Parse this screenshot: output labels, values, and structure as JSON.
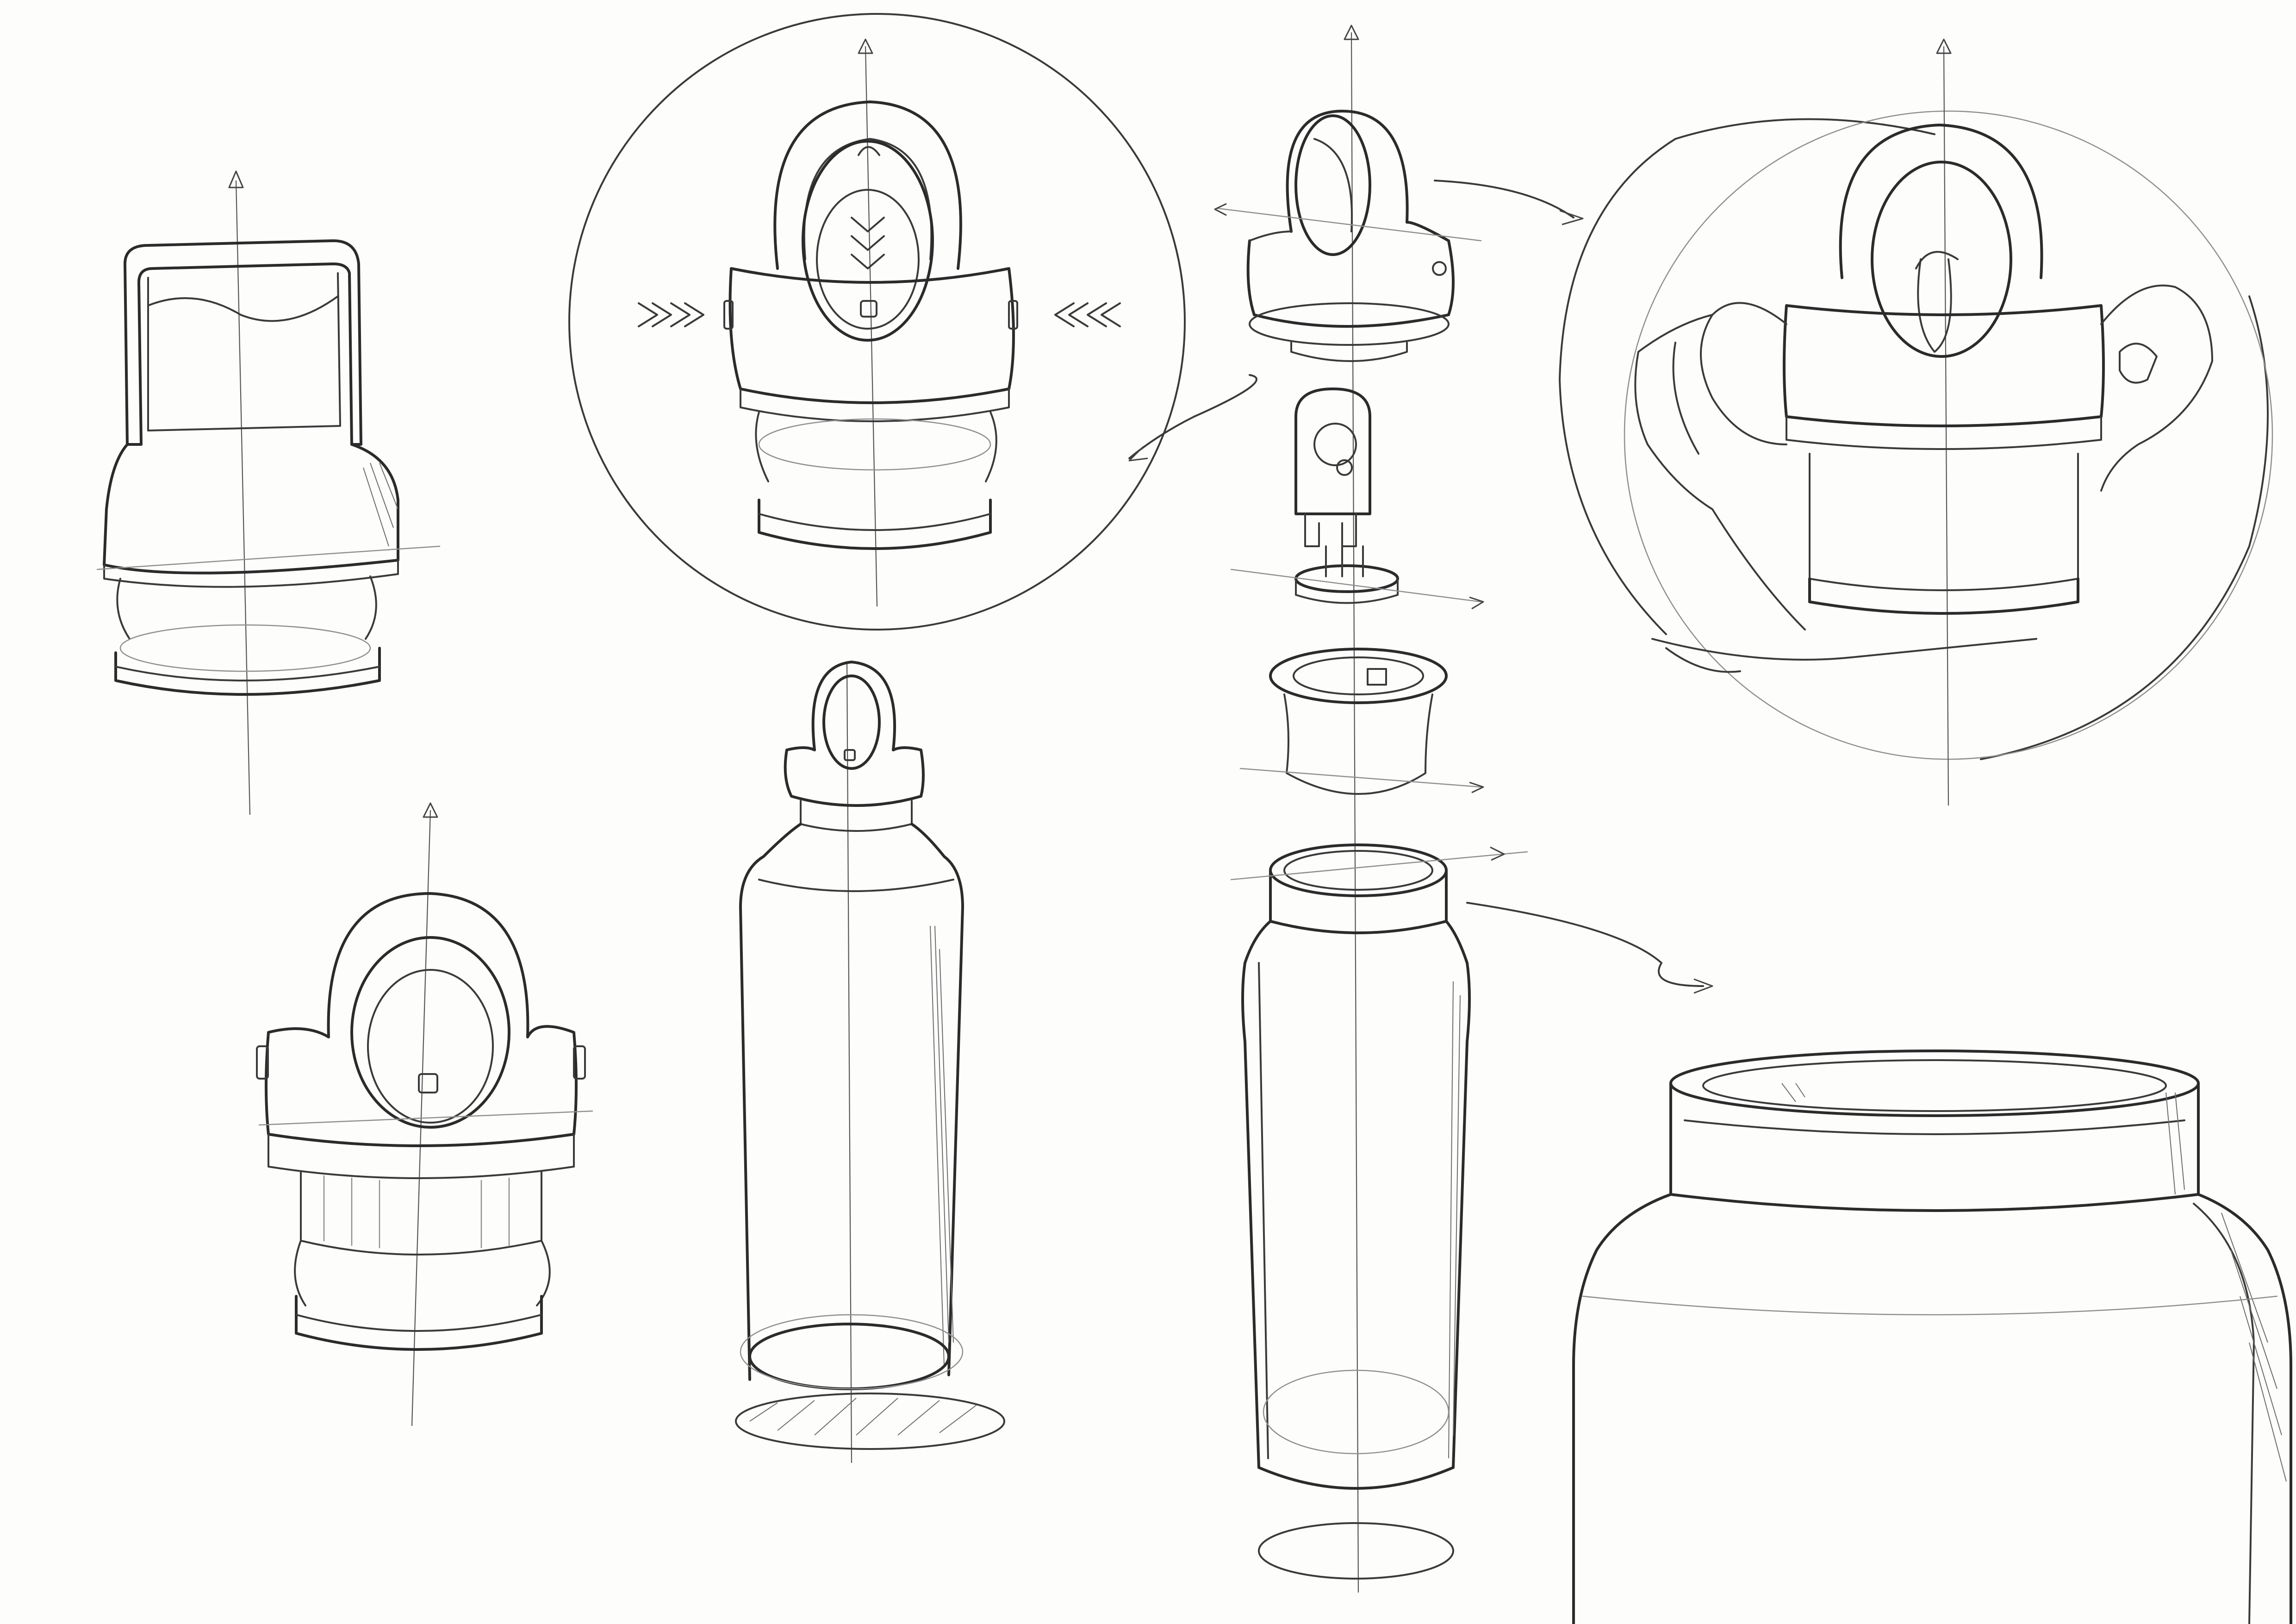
{
  "sheet": {
    "description_visible_text": "",
    "colors": {
      "paper": "#fdfdfc",
      "pencil": "#3a3a3a",
      "light_pencil": "#8f8f8f"
    }
  },
  "figures": [
    {
      "name": "cap-side-view"
    },
    {
      "name": "cap-detail-circle-press"
    },
    {
      "name": "cap-exploded-top"
    },
    {
      "name": "cap-in-hand-circle"
    },
    {
      "name": "cap-three-quarter-view"
    },
    {
      "name": "bottle-assembled"
    },
    {
      "name": "bottle-exploded-view"
    },
    {
      "name": "bottle-neck-closeup"
    }
  ],
  "icons": [
    "double-chevron-right-icon",
    "double-chevron-left-icon",
    "triple-chevron-down-icon",
    "axis-arrow-icon"
  ]
}
